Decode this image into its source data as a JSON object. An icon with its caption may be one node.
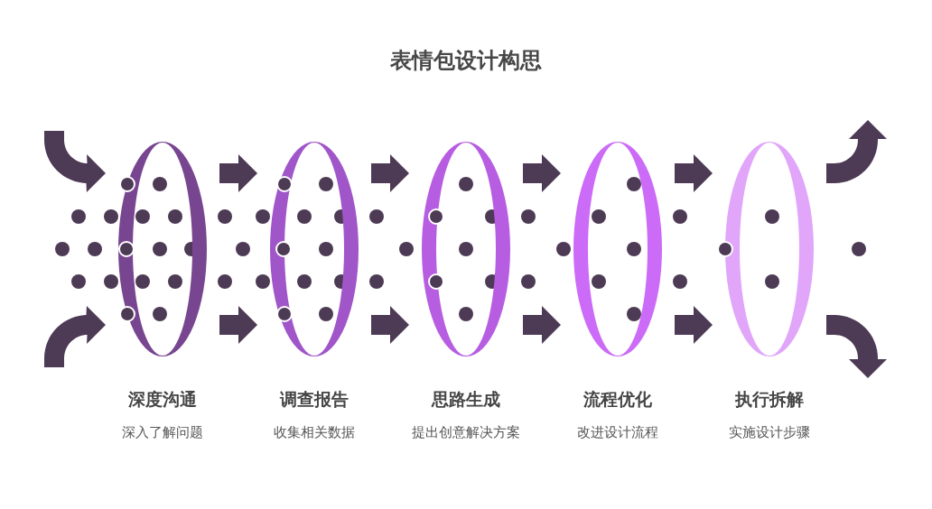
{
  "diagram": {
    "title": "表情包设计构思",
    "nodes": [
      {
        "text": [
          "深度沟通",
          "深入了解问题"
        ]
      },
      {
        "text": [
          "调查报告",
          "收集相关数据"
        ]
      },
      {
        "text": [
          "思路生成",
          "提出创意解决方案"
        ]
      },
      {
        "text": [
          "流程优化",
          "改进设计流程"
        ]
      },
      {
        "text": [
          "执行拆解",
          "实施设计步骤"
        ]
      }
    ],
    "edges": [
      {
        "from": null,
        "to": 0,
        "arrow": "to"
      },
      {
        "from": null,
        "to": 0,
        "arrow": "to"
      },
      {
        "from": 0,
        "to": 1,
        "arrow": "to"
      },
      {
        "from": 0,
        "to": 1,
        "arrow": "to"
      },
      {
        "from": 1,
        "to": 2,
        "arrow": "to"
      },
      {
        "from": 1,
        "to": 2,
        "arrow": "to"
      },
      {
        "from": 2,
        "to": 3,
        "arrow": "to"
      },
      {
        "from": 2,
        "to": 3,
        "arrow": "to"
      },
      {
        "from": 3,
        "to": 4,
        "arrow": "to"
      },
      {
        "from": 3,
        "to": 4,
        "arrow": "to"
      },
      {
        "from": 4,
        "to": null,
        "arrow": "to"
      },
      {
        "from": 4,
        "to": null,
        "arrow": "to"
      }
    ]
  }
}
